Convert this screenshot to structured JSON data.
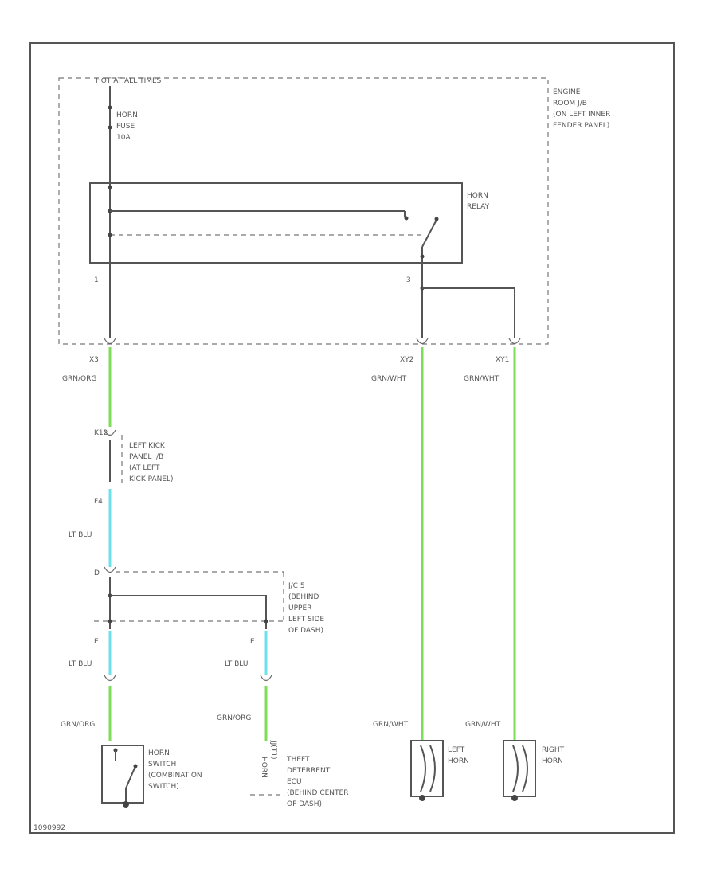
{
  "colors": {
    "green_wire": "#7fdc5a",
    "blue_wire": "#6ee0e8",
    "line": "#555555"
  },
  "labels": {
    "hot_at_all_times": "HOT AT ALL TIMES",
    "engine_room_jb": [
      "ENGINE",
      "ROOM J/B",
      "(ON LEFT INNER",
      "FENDER PANEL)"
    ],
    "horn_fuse": [
      "HORN",
      "FUSE",
      "10A"
    ],
    "horn_relay": [
      "HORN",
      "RELAY"
    ],
    "relay_pin_left": "1",
    "relay_pin_right": "3",
    "conn_x3": "X3",
    "conn_xy2": "XY2",
    "conn_xy1": "XY1",
    "wire_grn_org_1": "GRN/ORG",
    "wire_grn_wht_1": "GRN/WHT",
    "wire_grn_wht_2": "GRN/WHT",
    "conn_kick": "K12",
    "left_kick_panel_jb": [
      "LEFT KICK",
      "PANEL J/B",
      "(AT LEFT",
      "KICK PANEL)"
    ],
    "conn_f4": "F4",
    "wire_lt_blu_1": "LT BLU",
    "conn_d": "D",
    "jc_behind_upper": [
      "J/C 5",
      "(BEHIND",
      "UPPER",
      "LEFT SIDE",
      "OF DASH)"
    ],
    "pin_e_left": "E",
    "pin_e_right": "E",
    "wire_lt_blu_2": "LT BLU",
    "wire_lt_blu_3": "LT BLU",
    "wire_grn_org_2": "GRN/ORG",
    "wire_grn_org_3": "GRN/ORG",
    "wire_grn_wht_3": "GRN/WHT",
    "wire_grn_wht_4": "GRN/WHT",
    "horn_switch": [
      "HORN",
      "SWITCH",
      "(COMBINATION",
      "SWITCH)"
    ],
    "horn_vertical": "HORN",
    "theft_ecu_pin": "JJ(T1)",
    "theft_deterrent": [
      "THEFT",
      "DETERRENT",
      "ECU",
      "(BEHIND CENTER",
      "OF DASH)"
    ],
    "left_horn": [
      "LEFT",
      "HORN"
    ],
    "right_horn": [
      "RIGHT",
      "HORN"
    ],
    "diagram_id": "1090992"
  }
}
